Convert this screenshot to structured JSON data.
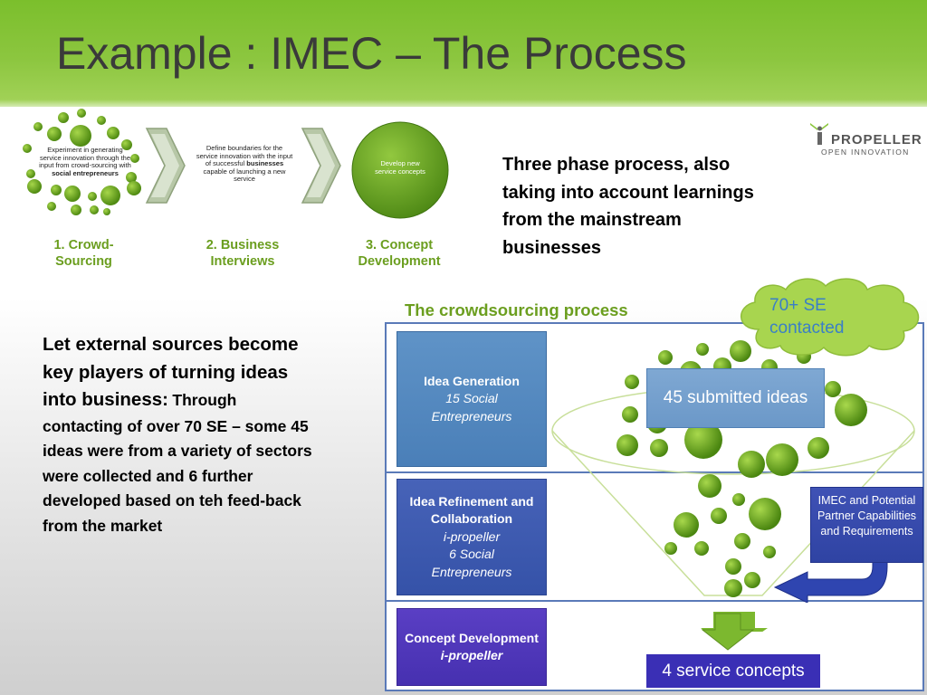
{
  "slide": {
    "title": "Example : IMEC – The Process",
    "logo": {
      "name": "PROPELLER",
      "subtitle": "OPEN INNOVATION"
    }
  },
  "phases": [
    {
      "label": "1. Crowd-\nSourcing",
      "description_lines": [
        "Experiment in generating",
        "service innovation through the",
        "input from crowd-sourcing with"
      ],
      "description_bold": "social entrepreneurs"
    },
    {
      "label": "2. Business\nInterviews",
      "description_lines": [
        "Define boundaries for the",
        "service innovation with the input",
        "of successful"
      ],
      "description_bold": "businesses",
      "description_tail": [
        "capable of launching a new",
        "service"
      ]
    },
    {
      "label": "3. Concept\nDevelopment",
      "description_lines": [
        "Develop new",
        "service concepts"
      ]
    }
  ],
  "summary": "Three phase process, also taking into account learnings from the mainstream businesses",
  "left_text": {
    "lead": "Let external  sources become key players of turning ideas into business:",
    "body": "Through contacting of over 70 SE – some 45 ideas were from a variety of sectors were collected and 6 further developed based on teh feed-back from the market"
  },
  "crowdsourcing": {
    "title": "The crowdsourcing process",
    "cloud": "70+  SE contacted",
    "stages": [
      {
        "title": "Idea Generation",
        "lines": [
          "15 Social",
          "Entrepreneurs"
        ]
      },
      {
        "title": "Idea Refinement and Collaboration",
        "lines": [
          "i-propeller",
          "6 Social",
          "Entrepreneurs"
        ]
      },
      {
        "title": "Concept Development",
        "lines": [
          "i-propeller"
        ]
      }
    ],
    "submitted_ideas": "45 submitted ideas",
    "imec_box": "IMEC and Potential Partner Capabilities and Requirements",
    "service_concepts": "4 service concepts"
  },
  "colors": {
    "title_bar": "#8cc63f",
    "phase_green": "#6b9e1f",
    "stage_blue": "#4a7fb8",
    "cloud": "#a6d34e"
  }
}
